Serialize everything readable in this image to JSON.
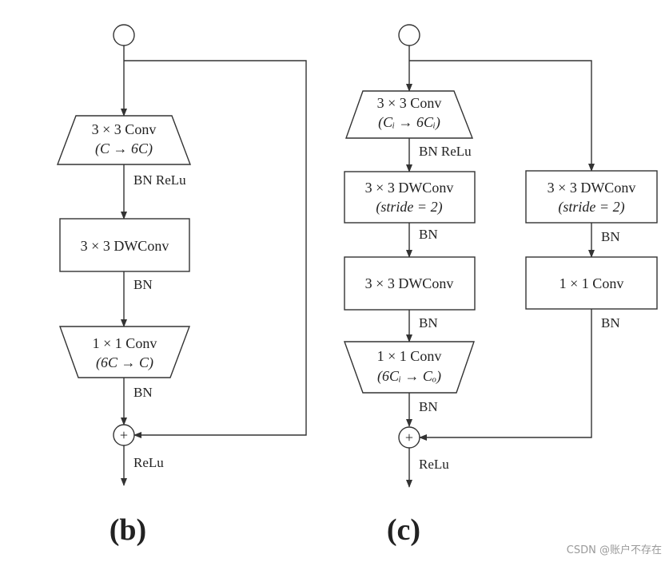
{
  "panel_b": {
    "caption": "(b)",
    "conv_expand": {
      "line1": "3 × 3 Conv",
      "line2": "(C → 6C)"
    },
    "after_expand": "BN  ReLu",
    "dwconv": "3 × 3 DWConv",
    "after_dwconv": "BN",
    "conv_project": {
      "line1": "1 × 1 Conv",
      "line2": "(6C → C)"
    },
    "after_project": "BN",
    "add_symbol": "+",
    "after_add": "ReLu"
  },
  "panel_c": {
    "caption": "(c)",
    "conv_expand": {
      "line1": "3 × 3 Conv",
      "line2": "(Cᵢ → 6Cᵢ)"
    },
    "after_expand": "BN  ReLu",
    "dwconv_stride": {
      "line1": "3 × 3 DWConv",
      "line2": "(stride = 2)"
    },
    "after_dwconv_stride": "BN",
    "dwconv": "3 × 3 DWConv",
    "after_dwconv": "BN",
    "conv_project": {
      "line1": "1 × 1 Conv",
      "line2": "(6Cᵢ → Cₒ)"
    },
    "after_project": "BN",
    "shortcut_dwconv": {
      "line1": "3 × 3 DWConv",
      "line2": "(stride = 2)"
    },
    "after_shortcut_dwconv": "BN",
    "shortcut_conv": "1 × 1 Conv",
    "after_shortcut_conv": "BN",
    "add_symbol": "+",
    "after_add": "ReLu"
  },
  "watermark": "CSDN @账户不存在"
}
